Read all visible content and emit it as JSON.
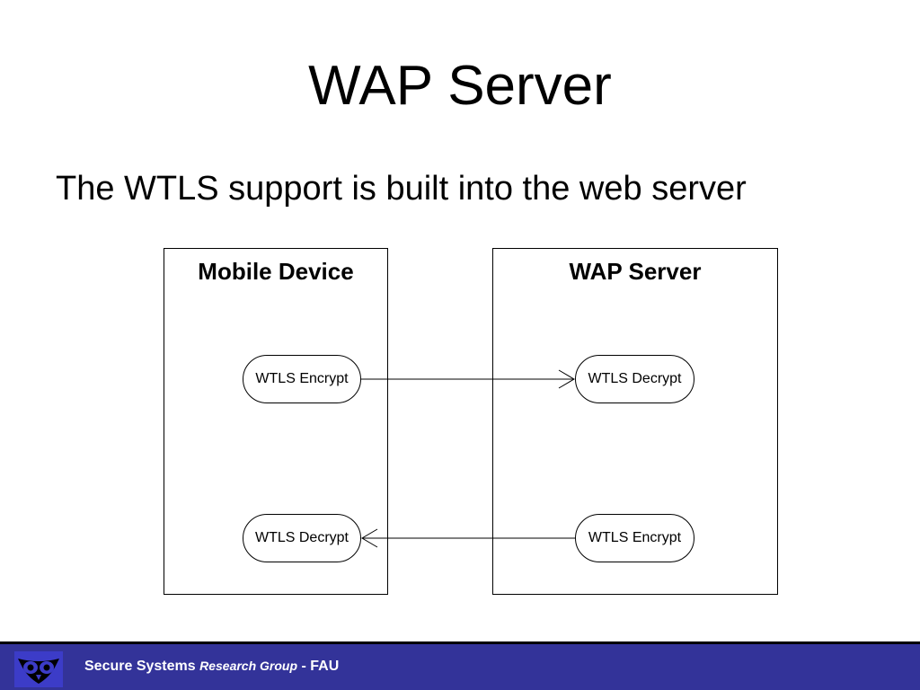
{
  "slide": {
    "title": "WAP Server",
    "bullet": "The WTLS support is built into the web server"
  },
  "diagram": {
    "mobile_device": {
      "label": "Mobile Device",
      "top_component": "WTLS Encrypt",
      "bottom_component": "WTLS Decrypt"
    },
    "wap_server": {
      "label": "WAP Server",
      "top_component": "WTLS Decrypt",
      "bottom_component": "WTLS Encrypt"
    }
  },
  "footer": {
    "group_name": "Secure Systems",
    "group_subtitle": "Research Group",
    "separator": " - ",
    "institution": "FAU",
    "logo_icon": "owl-logo-icon"
  },
  "colors": {
    "footer_background": "#333399",
    "footer_text": "#ffffff",
    "logo_background": "#3c3cc8"
  }
}
